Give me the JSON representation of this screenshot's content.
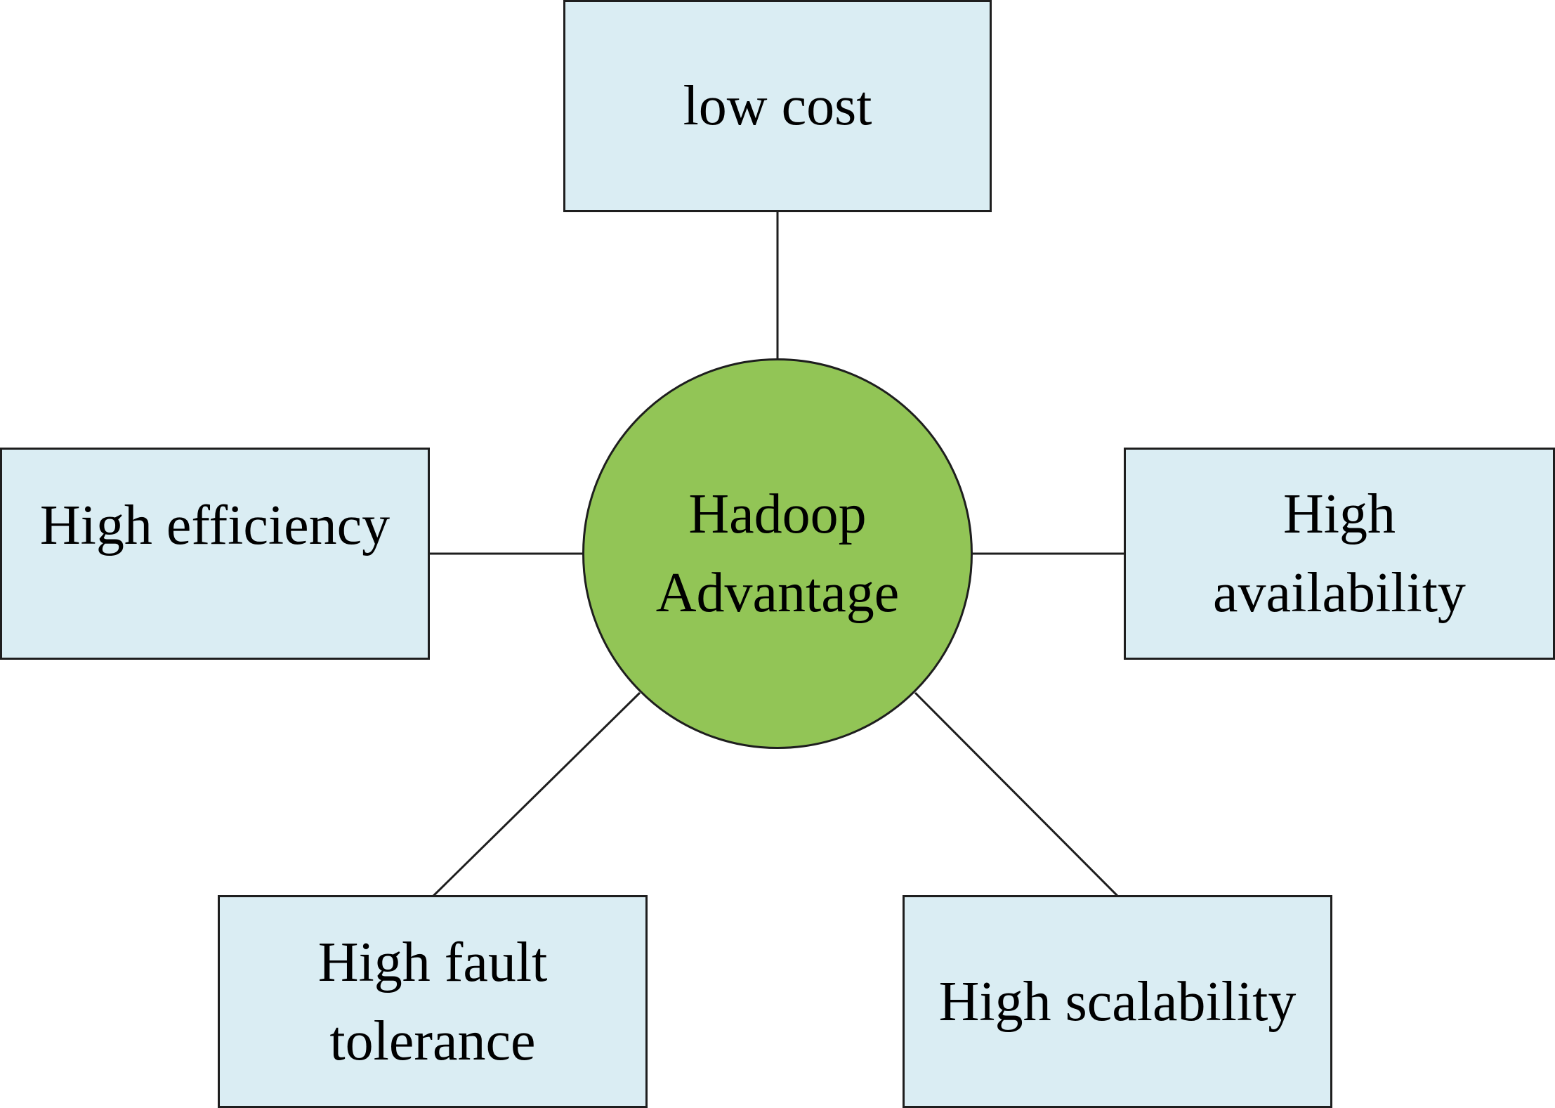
{
  "diagram": {
    "center": {
      "label": "Hadoop\nAdvantage",
      "fill_color": "#92c556"
    },
    "box_fill_color": "#daedf3",
    "line_color": "#1e1e1e",
    "advantages": {
      "top": "low cost",
      "left": "High efficiency",
      "right": "High\navailability",
      "bottom_left": "High fault\ntolerance",
      "bottom_right": "High scalability"
    }
  }
}
